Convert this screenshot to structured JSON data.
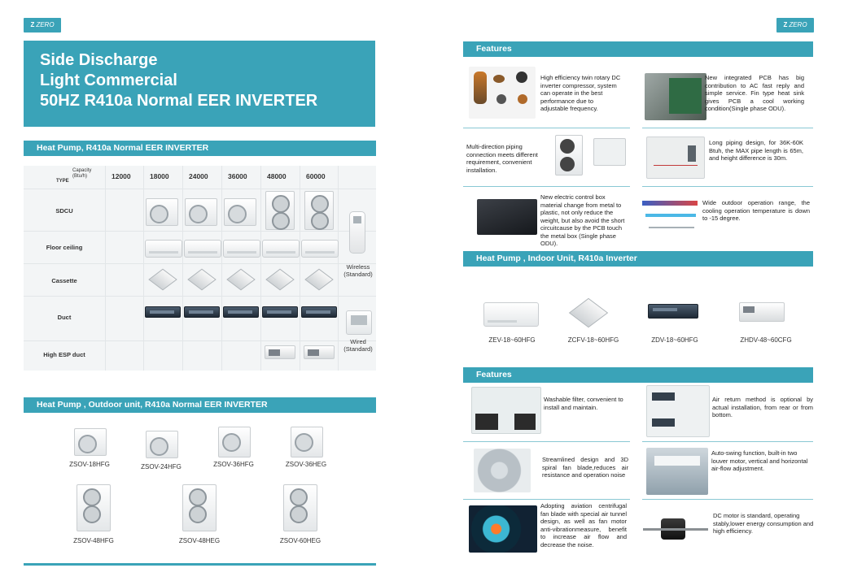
{
  "brand": {
    "logo_text": "ZERO",
    "accent": "#3aa3b8"
  },
  "left": {
    "title_lines": [
      "Side Discharge",
      "Light Commercial",
      "50HZ R410a Normal EER INVERTER"
    ],
    "matrix_section": "Heat Pump, R410a Normal EER INVERTER",
    "matrix": {
      "capacity_label": "Capacity",
      "capacity_unit": "(Btu/h)",
      "type_label": "TYPE",
      "capacities": [
        "12000",
        "18000",
        "24000",
        "36000",
        "48000",
        "60000"
      ],
      "rows": [
        "SDCU",
        "Floor ceiling",
        "Cassette",
        "Duct",
        "High ESP duct"
      ],
      "wireless_label": "Wireless",
      "wireless_sub": "(Standard)",
      "wired_label": "Wired",
      "wired_sub": "(Standard)"
    },
    "outdoor_section": "Heat Pump , Outdoor unit, R410a Normal EER INVERTER",
    "outdoor_models": [
      "ZSOV-18HFG",
      "ZSOV-24HFG",
      "ZSOV-36HFG",
      "ZSOV-36HEG",
      "ZSOV-48HFG",
      "ZSOV-48HEG",
      "ZSOV-60HEG"
    ]
  },
  "right": {
    "features_title": "Features",
    "features_top": [
      "High efficiency twin rotary DC inverter compressor, system can operate in the best performance due to adjustable frequency.",
      "New integrated PCB has big contribution to AC fast reply and simple service. Fin type heat sink gives PCB a cool working condition(Single phase ODU).",
      "Multi-direction piping connection meets different requirement, convenient installation.",
      "Long piping design, for 36K-60K Btuh, the MAX pipe length is 65m, and height difference is 30m.",
      "New electric control box material change from metal to plastic, not only reduce the weight, but also avoid the short circuitcause by the PCB touch the metal box (Single phase ODU).",
      "Wide outdoor operation range, the cooling operation temperature is down to -15 degree."
    ],
    "indoor_section": "Heat Pump , Indoor Unit, R410a Inverter",
    "indoor_models": [
      "ZEV-18~60HFG",
      "ZCFV-18~60HFG",
      "ZDV-18~60HFG",
      "ZHDV-48~60CFG"
    ],
    "features2_title": "Features",
    "features_bottom": [
      "Washable filter, convenient to install and maintain.",
      "Air return method is optional by actual installation, from rear or from bottom.",
      "Streamlined design and 3D spiral fan blade,reduces air resistance and operation noise",
      "Auto-swing function, built-in two louver motor, vertical and horizontal air-flow adjustment.",
      "Adopting aviation centrifugal fan blade with special air tunnel design, as well as fan motor anti-vibrationmeasure, benefit to increase air flow and decrease the noise.",
      "DC motor is standard, operating stably,lower energy consumption and high efficiency."
    ]
  }
}
